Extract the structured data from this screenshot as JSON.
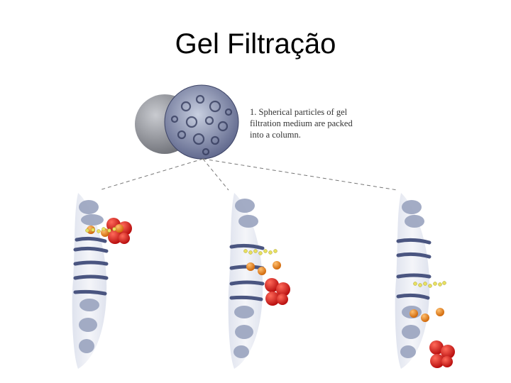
{
  "slide": {
    "title": "Gel Filtração"
  },
  "caption": {
    "line1": "1. Spherical particles of gel",
    "line2": "filtration medium are packed",
    "line3": "into a column."
  },
  "colors": {
    "large_molecule": "#e01818",
    "medium_molecule": "#f08a1c",
    "small_molecule": "#e8e060",
    "gel_band": "#4a5580",
    "gel_matrix": "#9aa4bf",
    "bead_grey": "#8e9096"
  }
}
